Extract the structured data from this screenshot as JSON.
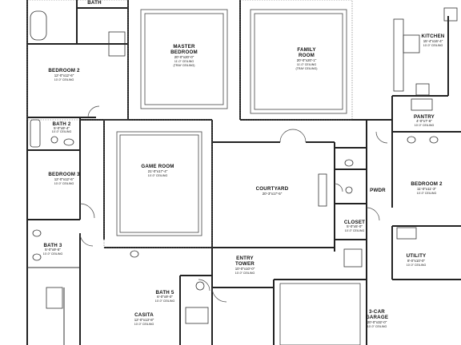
{
  "rooms": {
    "master_bedroom": {
      "name": [
        "MASTER",
        "BEDROOM"
      ],
      "dims": "20'-0\"x20'-0\"",
      "notes": [
        "11'-0\" CEILING",
        "(TRAY CEILING)"
      ]
    },
    "family_room": {
      "name": [
        "FAMILY",
        "ROOM"
      ],
      "dims": "20'-0\"x20'-1\"",
      "notes": [
        "11'-0\" CEILING",
        "(TRAY CEILING)"
      ]
    },
    "kitchen": {
      "name": [
        "KITCHEN"
      ],
      "dims": "15'-4\"x16'-4\"",
      "notes": [
        "10'-0\" CEILING"
      ]
    },
    "bedroom_2_left": {
      "name": [
        "BEDROOM 2"
      ],
      "dims": "12'-0\"x12'-6\"",
      "notes": [
        "10'-0\" CEILING"
      ]
    },
    "bath_2": {
      "name": [
        "BATH 2"
      ],
      "dims": "5'-0\"x9'-4\"",
      "notes": [
        "10'-0\" CEILING"
      ]
    },
    "pantry": {
      "name": [
        "PANTRY"
      ],
      "dims": "4'-0\"x7'-6\"",
      "notes": [
        "10'-0\" CEILING"
      ]
    },
    "game_room": {
      "name": [
        "GAME ROOM"
      ],
      "dims": "21'-0\"x17'-4\"",
      "notes": [
        "10'-0\" CEILING"
      ]
    },
    "courtyard": {
      "name": [
        "COURTYARD"
      ],
      "dims": "20'-3\"x17'-5\"",
      "notes": []
    },
    "bedroom_3": {
      "name": [
        "BEDROOM 3"
      ],
      "dims": "12'-0\"x12'-6\"",
      "notes": [
        "10'-0\" CEILING"
      ]
    },
    "pwdr": {
      "name": [
        "PWDR"
      ],
      "dims": "",
      "notes": []
    },
    "bedroom_2_right": {
      "name": [
        "BEDROOM 2"
      ],
      "dims": "11'-0\"x11'-3\"",
      "notes": [
        "10'-0\" CEILING"
      ]
    },
    "closet": {
      "name": [
        "CLOSET"
      ],
      "dims": "5'-0\"x5'-0\"",
      "notes": [
        "10'-0\" CEILING"
      ]
    },
    "bath_3": {
      "name": [
        "BATH 3"
      ],
      "dims": "5'-0\"x9'-5\"",
      "notes": [
        "10'-0\" CEILING"
      ]
    },
    "utility": {
      "name": [
        "UTILITY"
      ],
      "dims": "8'-0\"x10'-0\"",
      "notes": [
        "10'-0\" CEILING"
      ]
    },
    "entry_tower": {
      "name": [
        "ENTRY",
        "TOWER"
      ],
      "dims": "10'-0\"x10'-0\"",
      "notes": [
        "10'-0\" CEILING"
      ]
    },
    "bath_5": {
      "name": [
        "BATH 5"
      ],
      "dims": "6'-0\"x9'-0\"",
      "notes": [
        "10'-0\" CEILING"
      ]
    },
    "casita": {
      "name": [
        "CASITA"
      ],
      "dims": "12'-0\"x13'-8\"",
      "notes": [
        "10'-0\" CEILING"
      ]
    },
    "garage": {
      "name": [
        "3-CAR",
        "GARAGE"
      ],
      "dims": "20'-0\"x32'-0\"",
      "notes": [
        "10'-0\" CEILING"
      ]
    },
    "bath_top": {
      "name": [
        "BATH"
      ],
      "dims": "",
      "notes": []
    }
  }
}
